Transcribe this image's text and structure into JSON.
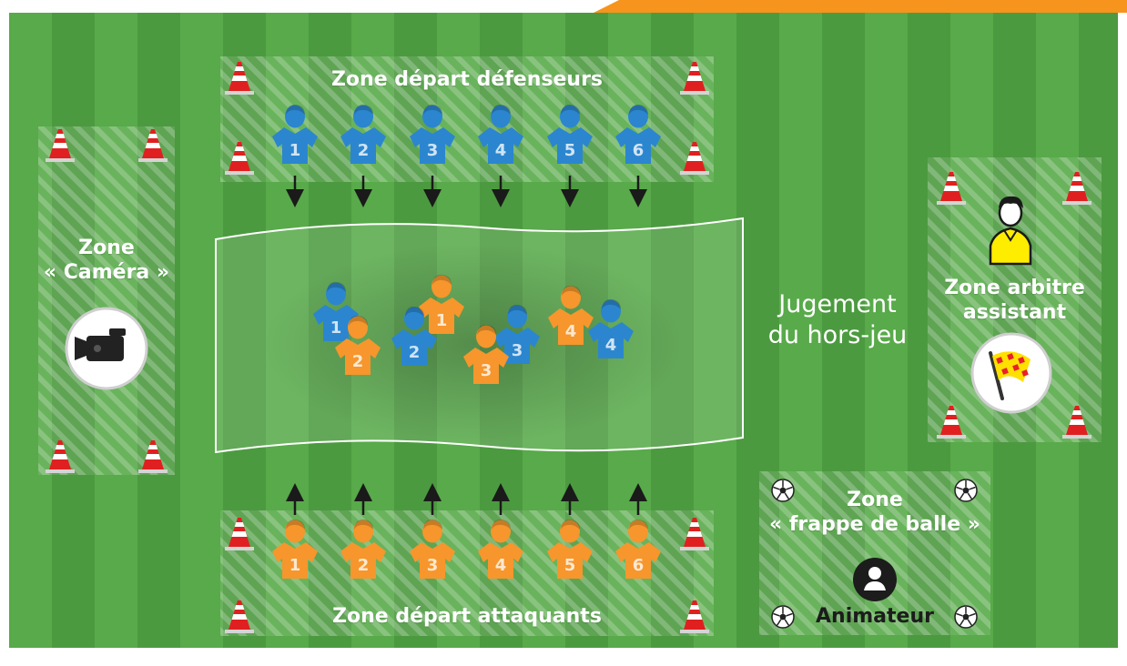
{
  "colors": {
    "pitch_light": "#58aa4a",
    "pitch_dark": "#4c9a40",
    "accent_orange": "#f7941d",
    "defender_blue": "#2b86cf",
    "attacker_orange": "#f6962c",
    "referee_yellow": "#ffed00"
  },
  "zones": {
    "defenders_start": {
      "label": "Zone départ défenseurs"
    },
    "attackers_start": {
      "label": "Zone départ attaquants"
    },
    "camera": {
      "label_line1": "Zone",
      "label_line2": "« Caméra »",
      "icon": "video-camera-icon"
    },
    "assistant_referee": {
      "label_line1": "Zone arbitre",
      "label_line2": "assistant",
      "icon": "referee-flag-icon"
    },
    "ball_strike": {
      "label_line1": "Zone",
      "label_line2": "« frappe de balle »",
      "animator_label": "Animateur",
      "icon": "person-icon"
    }
  },
  "offside_judgment": {
    "line1": "Jugement",
    "line2": "du hors-jeu"
  },
  "defenders_row": [
    "1",
    "2",
    "3",
    "4",
    "5",
    "6"
  ],
  "attackers_row": [
    "1",
    "2",
    "3",
    "4",
    "5",
    "6"
  ],
  "central_duels": {
    "defenders": [
      "1",
      "2",
      "3",
      "4"
    ],
    "attackers": [
      "1",
      "2",
      "3",
      "4"
    ]
  }
}
